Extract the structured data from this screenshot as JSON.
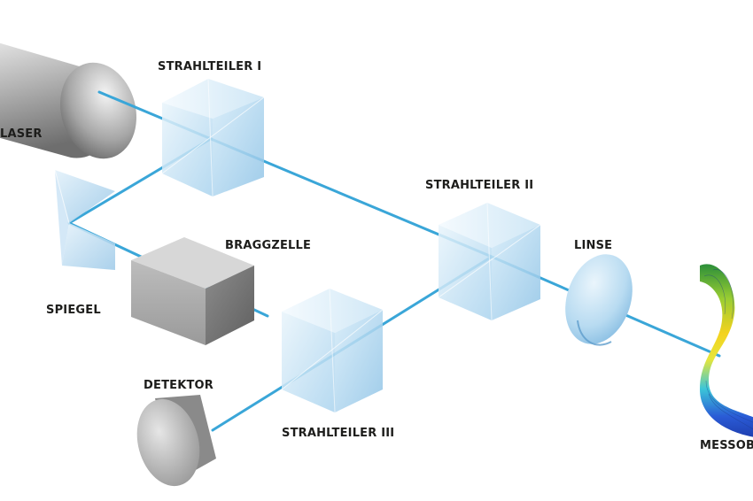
{
  "labels": {
    "laser": "LASER",
    "strahlteiler_1": "STRAHLTEILER I",
    "strahlteiler_2": "STRAHLTEILER II",
    "strahlteiler_3": "STRAHLTEILER III",
    "braggzelle": "BRAGGZELLE",
    "linse": "LINSE",
    "spiegel": "SPIEGEL",
    "detektor": "DETEKTOR",
    "messobjekt": "MESSOB"
  },
  "colors": {
    "beam": "#3aa6d8",
    "cube_face": "#cfe8f7",
    "cube_edge": "#ffffff",
    "gray_light": "#d9d9d9",
    "gray_dark": "#7a7a7a",
    "text": "#1d1d1b"
  }
}
